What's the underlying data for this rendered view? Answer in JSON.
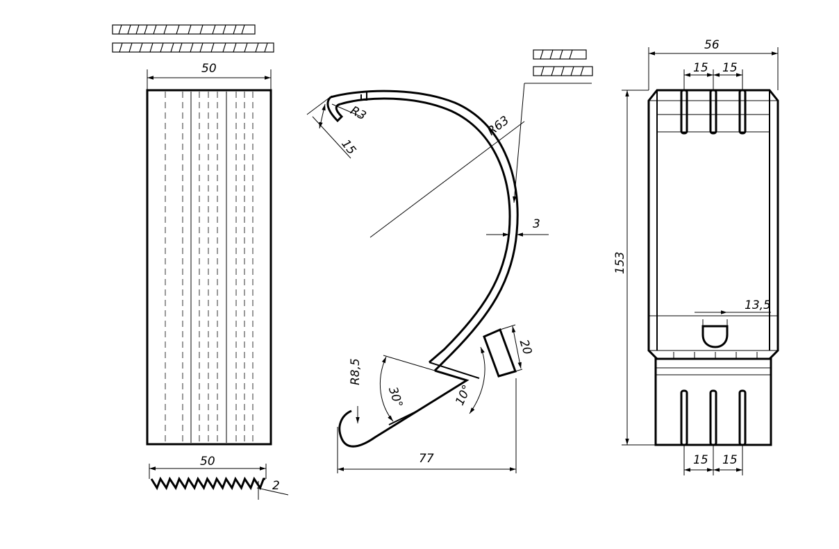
{
  "dimensions": {
    "left_top_width": "50",
    "left_bottom_width": "50",
    "profile_thickness": "2",
    "hook_width": "15",
    "hook_radius": "R3",
    "arc_radius": "R63",
    "wall_thickness": "3",
    "tab_length": "20",
    "angle_30": "30°",
    "angle_10": "10°",
    "foot_radius": "R8,5",
    "overall_width": "77",
    "right_width": "56",
    "right_slot_left": "15",
    "right_slot_right": "15",
    "right_height": "153",
    "right_tab": "13,5",
    "right_bottom_slot_left": "15",
    "right_bottom_slot_right": "15"
  },
  "colors": {
    "line": "#000000",
    "background": "#ffffff"
  }
}
